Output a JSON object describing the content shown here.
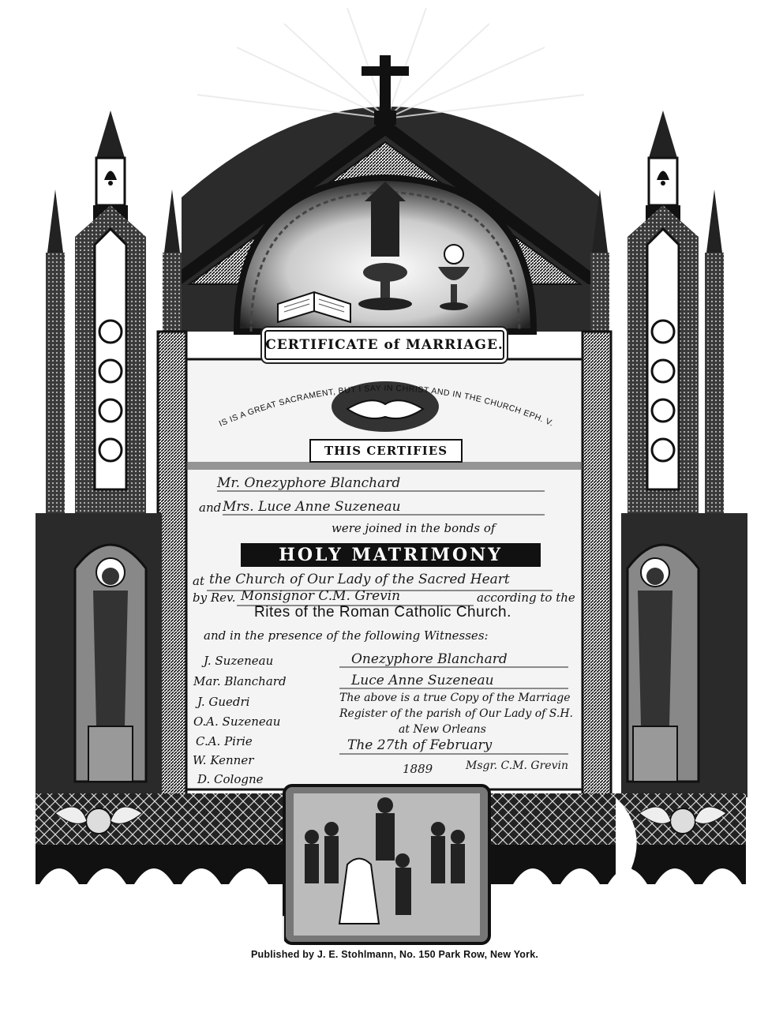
{
  "certificate": {
    "title": "CERTIFICATE of MARRIAGE.",
    "verse": "THIS IS A GREAT SACRAMENT, BUT I SAY IN CHRIST AND IN THE CHURCH EPH. V.32.",
    "certifies": "THIS CERTIFIES",
    "groom_line": "Mr. Onezyphore Blanchard",
    "and_label": "and",
    "bride_line": "Mrs. Luce Anne Suzeneau",
    "joined_text": "were joined in the bonds of",
    "holy": "HOLY MATRIMONY",
    "at_label": "at",
    "church": "the Church of Our Lady of the Sacred Heart",
    "by_label": "by Rev.",
    "officiant": "Monsignor C.M. Grevin",
    "according": "according to the",
    "rites": "Rites of the Roman Catholic Church.",
    "presence": "and in the presence of the following Witnesses:",
    "witnesses": [
      "J. Suzeneau",
      "Mar. Blanchard",
      "J. Guedri",
      "O.A. Suzeneau",
      "C.A. Pirie",
      "W. Kenner",
      "D. Cologne"
    ],
    "signatures": {
      "groom": "Onezyphore Blanchard",
      "bride": "Luce Anne Suzeneau"
    },
    "copy_note_1": "The above is a true Copy of the Marriage",
    "copy_note_2": "Register of the parish of Our Lady of S.H.",
    "copy_note_3": "at New Orleans",
    "date_line": "The 27th of February",
    "year": "1889",
    "signer": "Msgr. C.M. Grevin"
  },
  "footer": {
    "publisher": "Published by J. E. Stohlmann, No. 150 Park Row, New York."
  }
}
